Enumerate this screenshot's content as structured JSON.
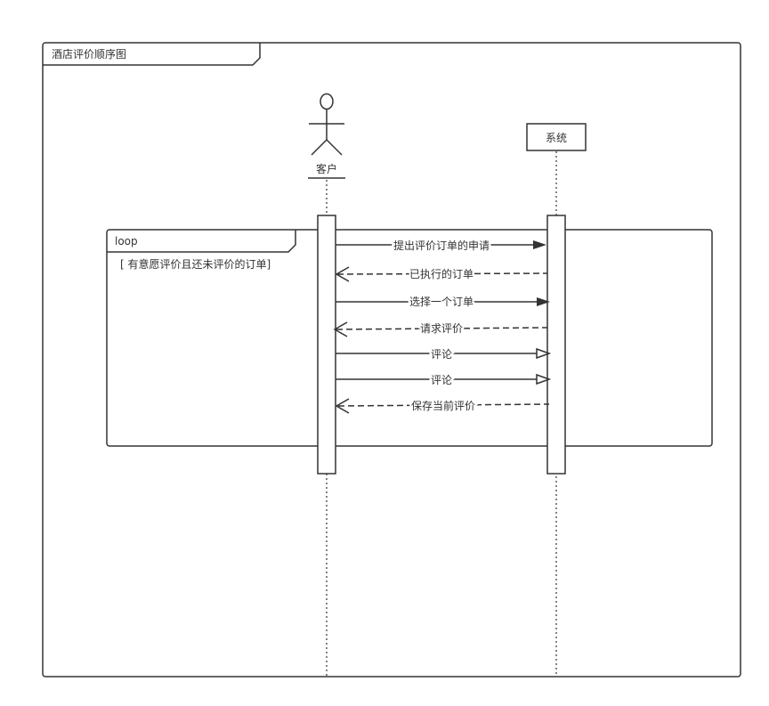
{
  "frame": {
    "title": "酒店评价顺序图"
  },
  "participants": {
    "actor": {
      "name": "客户"
    },
    "system": {
      "name": "系统"
    }
  },
  "loop": {
    "keyword": "loop",
    "guard": "[ 有意愿评价且还未评价的订单]"
  },
  "messages": [
    {
      "label": "提出评价订单的申请",
      "direction": "to-system",
      "style": "sync"
    },
    {
      "label": "已执行的订单",
      "direction": "to-actor",
      "style": "return"
    },
    {
      "label": "选择一个订单",
      "direction": "to-system",
      "style": "sync"
    },
    {
      "label": "请求评价",
      "direction": "to-actor",
      "style": "return"
    },
    {
      "label": "评论",
      "direction": "to-system",
      "style": "async"
    },
    {
      "label": "评论",
      "direction": "to-system",
      "style": "async"
    },
    {
      "label": "保存当前评价",
      "direction": "to-actor",
      "style": "return"
    }
  ],
  "colors": {
    "line": "#333333",
    "background": "#ffffff"
  }
}
